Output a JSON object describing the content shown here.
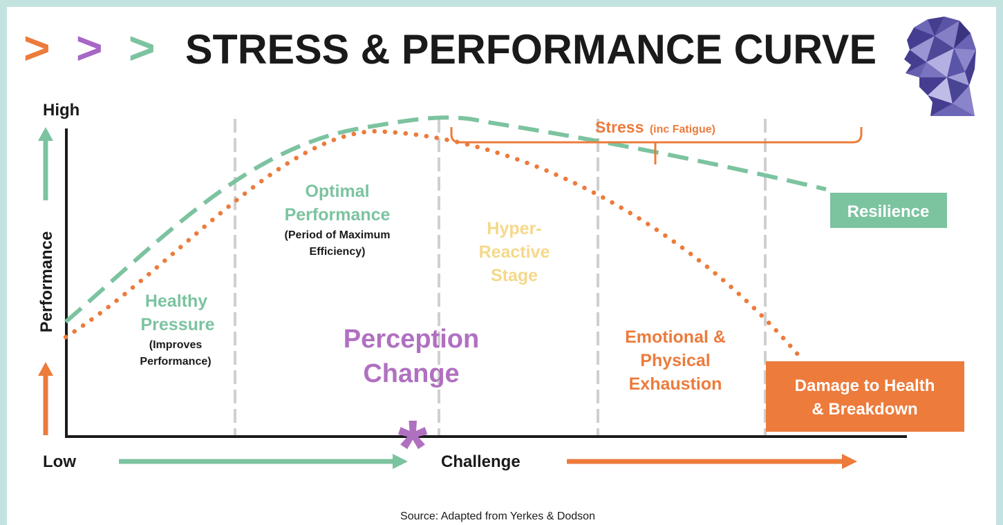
{
  "title": {
    "chevrons": [
      ">",
      ">",
      ">"
    ],
    "text": "STRESS & PERFORMANCE CURVE",
    "icon": "polygon-head-icon"
  },
  "axes": {
    "y_high": "High",
    "y_label": "Performance",
    "x_low": "Low",
    "x_label": "Challenge"
  },
  "zones": {
    "healthy": {
      "title_lines": [
        "Healthy",
        "Pressure"
      ],
      "sub_lines": [
        "(Improves",
        "Performance)"
      ]
    },
    "optimal": {
      "title_lines": [
        "Optimal",
        "Performance"
      ],
      "sub_lines": [
        "(Period of Maximum",
        "Efficiency)"
      ]
    },
    "hyper": {
      "title_lines": [
        "Hyper-",
        "Reactive",
        "Stage"
      ]
    },
    "perception": {
      "lines": [
        "Perception",
        "Change"
      ],
      "marker": "*"
    },
    "exhaustion": {
      "lines": [
        "Emotional &",
        "Physical",
        "Exhaustion"
      ]
    }
  },
  "stress_brace": {
    "main": "Stress",
    "sub": "(inc Fatigue)"
  },
  "resilience_label": "Resilience",
  "damage_label": {
    "lines": [
      "Damage to Health",
      "& Breakdown"
    ]
  },
  "source": "Source: Adapted from Yerkes & Dodson",
  "colors": {
    "background": "#c3e3e1",
    "orange": "#ec7b3c",
    "green": "#7cc3a0",
    "purple": "#b070c0",
    "yellow": "#f5d88a",
    "black": "#1a1a1a",
    "divider": "#cfcfcf"
  }
}
